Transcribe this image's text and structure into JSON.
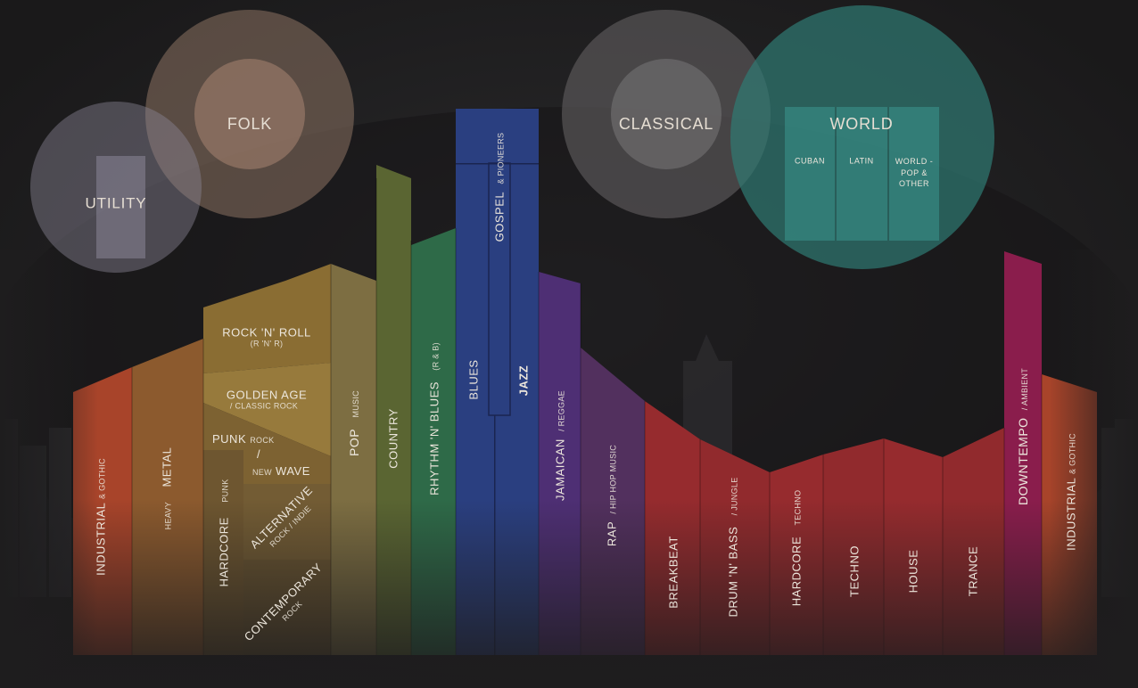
{
  "circles": {
    "folk": "FOLK",
    "utility": "UTILITY",
    "classical": "CLASSICAL",
    "world": "WORLD",
    "world_subs": {
      "cuban": "CUBAN",
      "latin": "LATIN",
      "other": "WORLD - POP & OTHER"
    }
  },
  "genres": {
    "industrial": {
      "main": "INDUSTRIAL",
      "sub": "& GOTHIC"
    },
    "metal": {
      "main": "METAL",
      "sub": "HEAVY"
    },
    "rocknroll": {
      "main": "ROCK 'N' ROLL",
      "sub": "(R 'N' R)"
    },
    "golden_age": {
      "main": "GOLDEN AGE",
      "sub": "/ CLASSIC ROCK"
    },
    "punk": {
      "main": "PUNK",
      "sub": "ROCK"
    },
    "slash": "/",
    "new_wave": {
      "sub": "NEW",
      "main": "WAVE"
    },
    "hardcore_punk": {
      "main": "HARDCORE",
      "sub": "PUNK"
    },
    "alternative": {
      "main": "ALTERNATIVE",
      "sub": "ROCK / INDIE"
    },
    "contemporary": {
      "main": "CONTEMPORARY",
      "sub": "ROCK"
    },
    "pop": {
      "main": "POP",
      "sub": "MUSIC"
    },
    "country": {
      "main": "COUNTRY"
    },
    "rnb": {
      "main": "RHYTHM 'N' BLUES",
      "sub": "(R & B)"
    },
    "blues": {
      "main": "BLUES"
    },
    "gospel": {
      "main": "GOSPEL",
      "sub": "& PIONEERS"
    },
    "jazz": {
      "main": "JAZZ"
    },
    "jamaican": {
      "main": "JAMAICAN",
      "sub": "/ REGGAE"
    },
    "rap": {
      "main": "RAP",
      "sub": "/ HIP HOP MUSIC"
    },
    "breakbeat": {
      "main": "BREAKBEAT"
    },
    "dnb": {
      "main": "DRUM 'N' BASS",
      "sub": "/ JUNGLE"
    },
    "hardcore_techno": {
      "main": "HARDCORE",
      "sub": "TECHNO"
    },
    "techno": {
      "main": "TECHNO"
    },
    "house": {
      "main": "HOUSE"
    },
    "trance": {
      "main": "TRANCE"
    },
    "downtempo": {
      "main": "DOWNTEMPO",
      "sub": "/ AMBIENT"
    },
    "industrial_right": {
      "main": "INDUSTRIAL",
      "sub": "& GOTHIC"
    }
  },
  "colors": {
    "background": "#1e1d1e",
    "industrial": "#a8442a",
    "metal": "#8c5a2e",
    "rock": "#8d6f36",
    "pop": "#7d6e42",
    "country": "#5a6532",
    "rnb": "#2e6a48",
    "blues": "#2a3f80",
    "jamaican": "#4e2f74",
    "rap": "#52305e",
    "electronic": "#962b2e",
    "downtempo": "#8a1d4c",
    "folk": "#8c7262",
    "utility": "#8a8594",
    "classical": "#5d5b5c",
    "world": "#3a8680"
  }
}
